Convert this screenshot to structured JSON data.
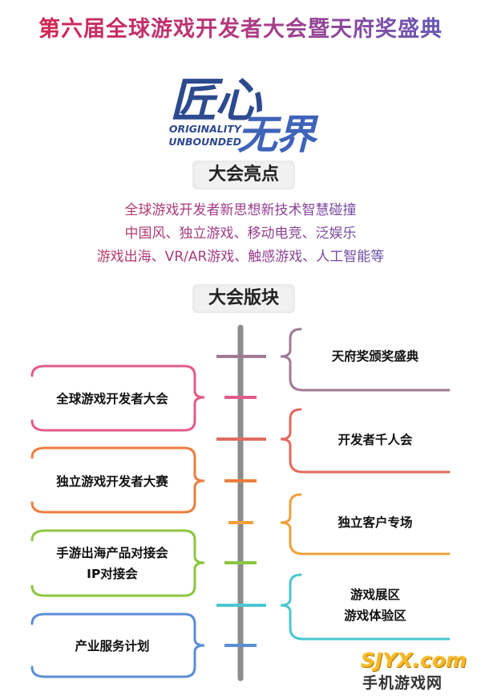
{
  "title": "第六届全球游戏开发者大会暨天府奖盛典",
  "logo": {
    "cn_line1": "匠心",
    "cn_line2": "无界",
    "en_line1": "ORIGINALITY",
    "en_line2": "UNBOUNDED"
  },
  "highlights": {
    "heading": "大会亮点",
    "lines": [
      "全球游戏开发者新思想新技术智慧碰撞",
      "中国风、独立游戏、移动电竞、泛娱乐",
      "游戏出海、VR/AR游戏、触感游戏、人工智能等"
    ]
  },
  "sections": {
    "heading": "大会版块",
    "right": [
      {
        "lines": [
          "天府奖颁奖盛典"
        ],
        "color": "#a07a95"
      },
      {
        "lines": [
          "开发者千人会"
        ],
        "color": "#e06a5f"
      },
      {
        "lines": [
          "独立客户专场"
        ],
        "color": "#f0a03c"
      },
      {
        "lines": [
          "游戏展区",
          "游戏体验区"
        ],
        "color": "#4cc7cf"
      }
    ],
    "left": [
      {
        "lines": [
          "全球游戏开发者大会"
        ],
        "color": "#e35c86"
      },
      {
        "lines": [
          "独立游戏开发者大赛"
        ],
        "color": "#ec7e3e"
      },
      {
        "lines": [
          "手游出海产品对接会",
          "IP对接会"
        ],
        "color": "#8cc63f"
      },
      {
        "lines": [
          "产业服务计划"
        ],
        "color": "#5b8ed6"
      }
    ]
  },
  "watermark": {
    "site": "SJYX.com",
    "name": "手机游戏网"
  }
}
